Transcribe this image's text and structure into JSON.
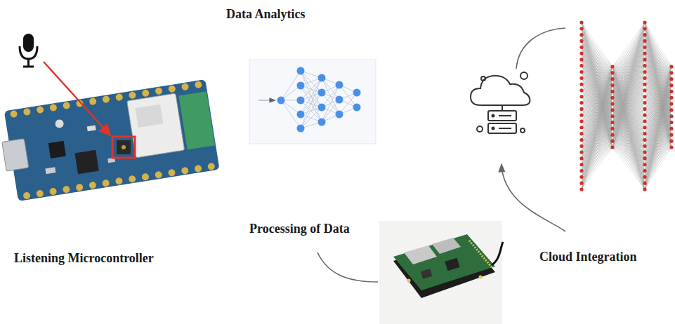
{
  "diagram": {
    "labels": [
      "Data Analytics",
      "Listening Microcontroller",
      "Processing of Data",
      "Cloud Integration"
    ]
  }
}
